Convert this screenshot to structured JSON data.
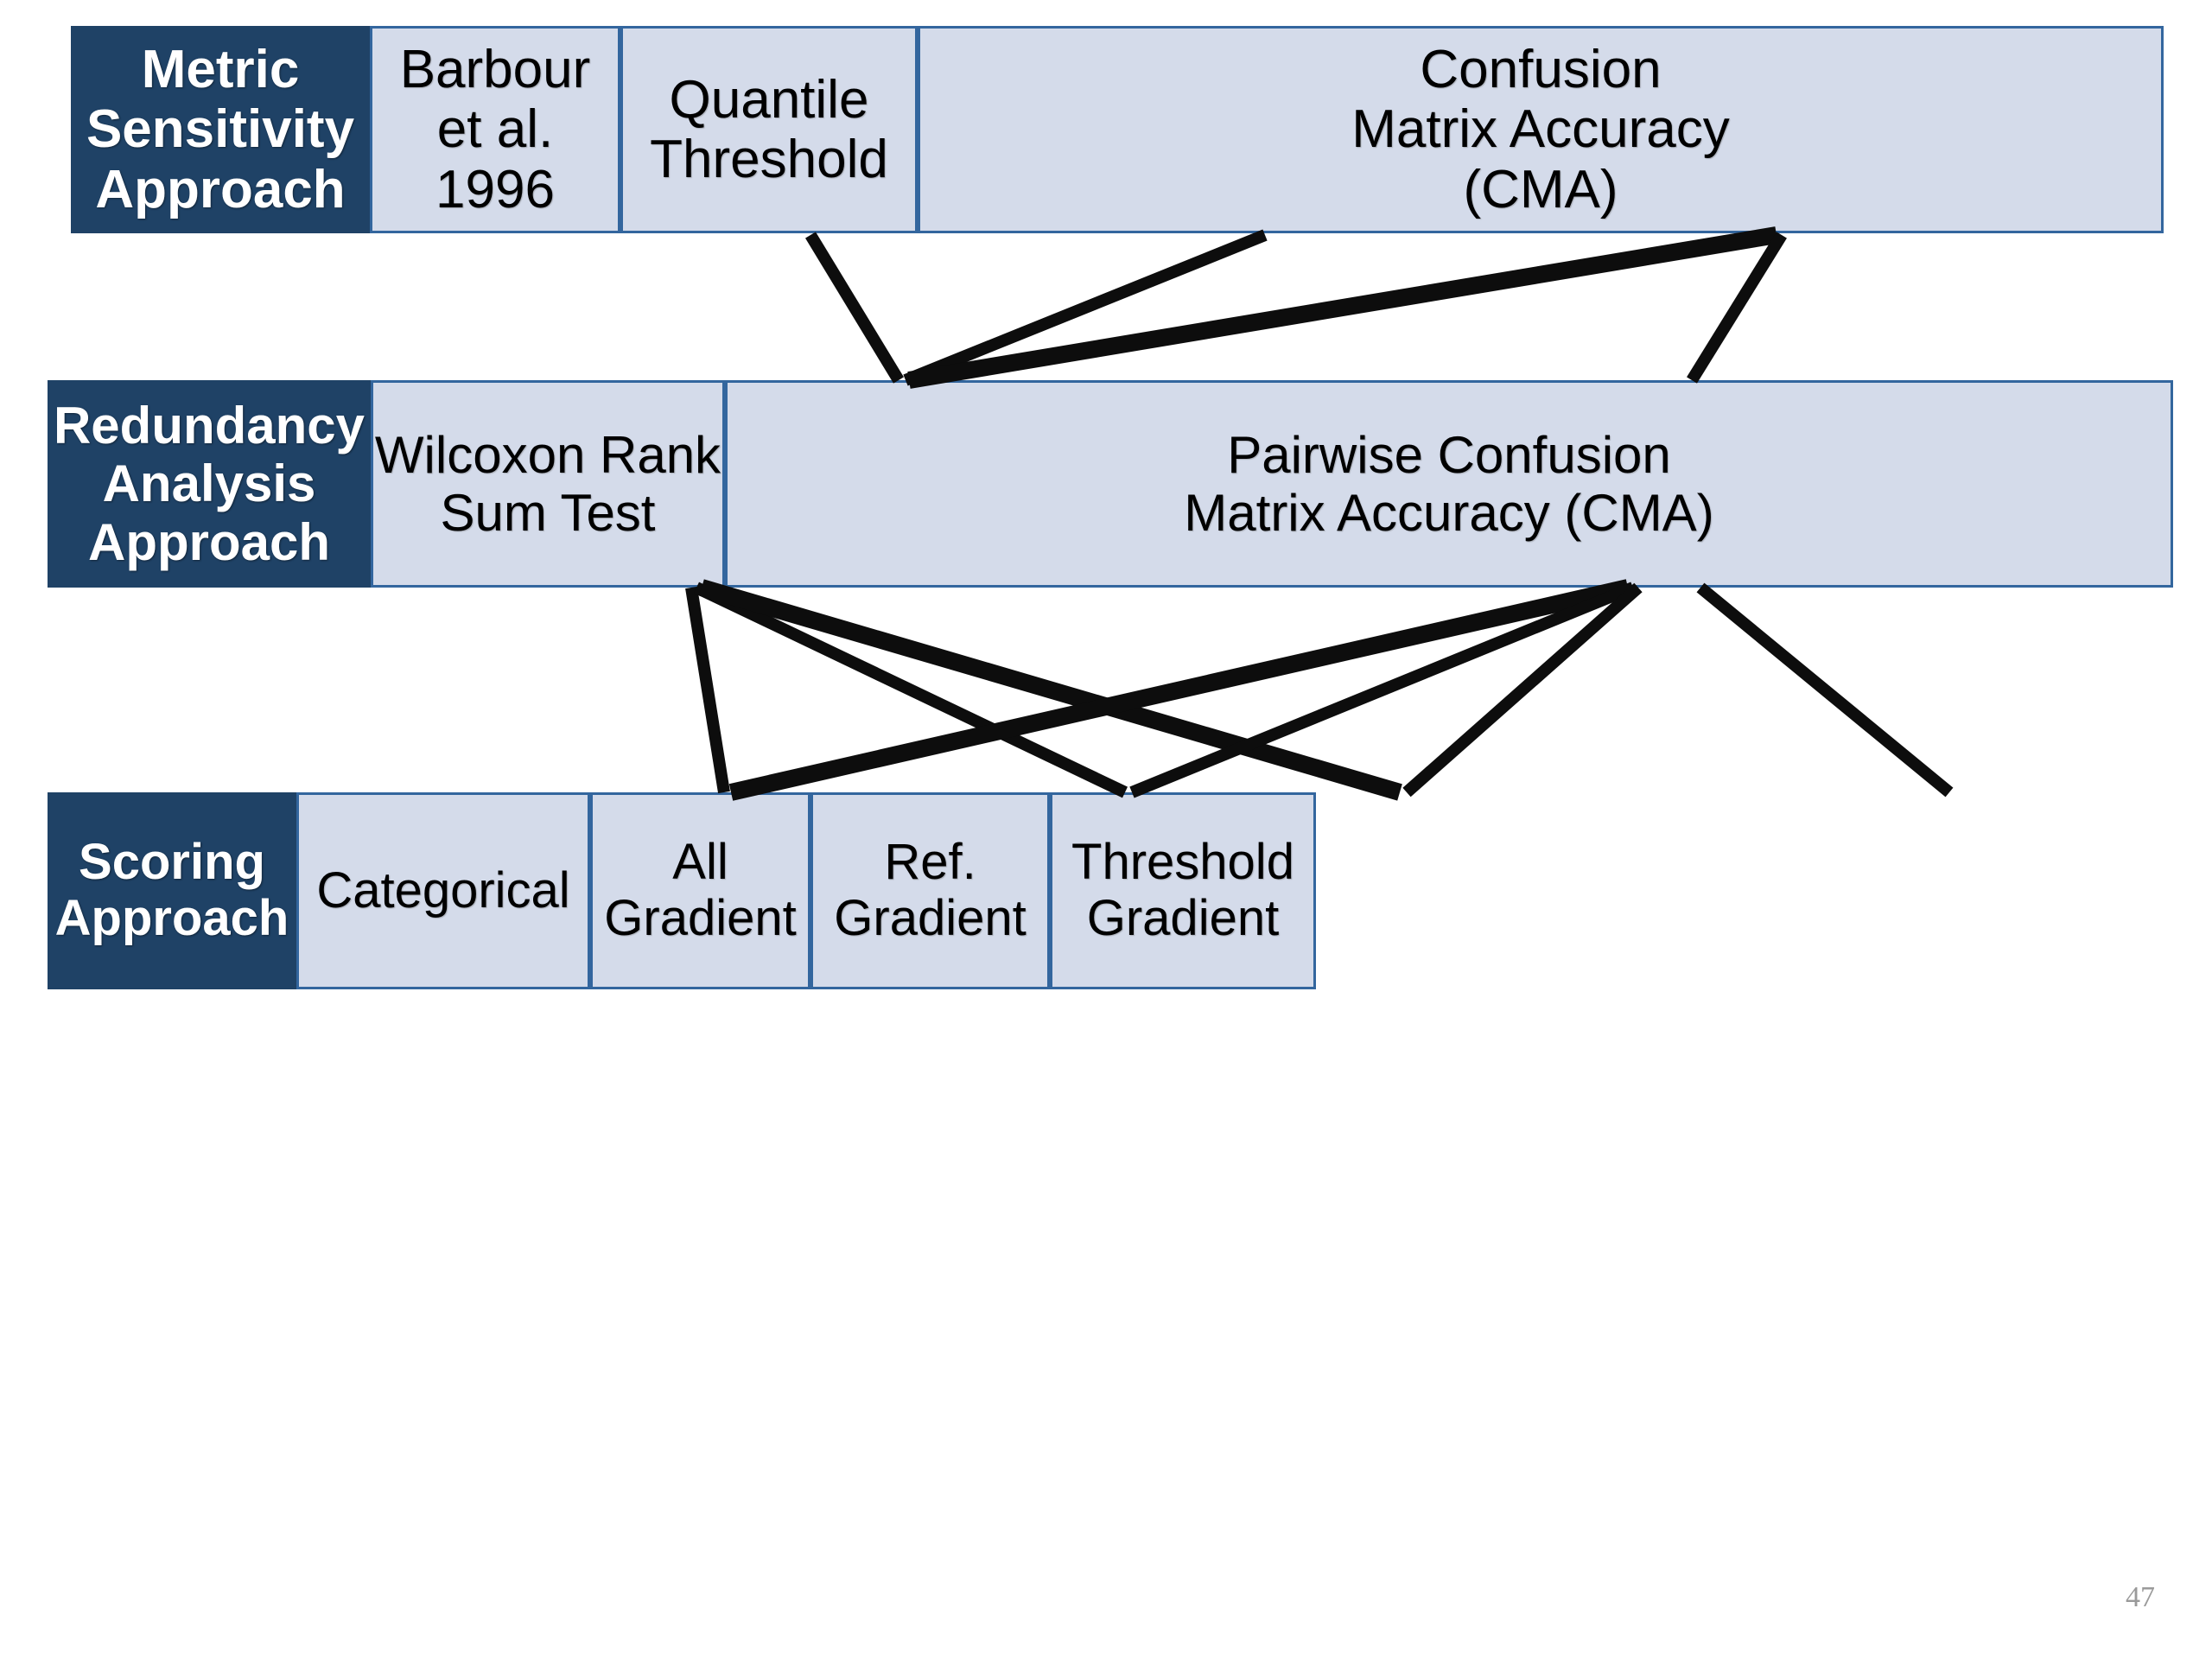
{
  "diagram": {
    "type": "layered-flow-matrix",
    "rows": [
      {
        "id": "metric-sensitivity",
        "header": "Metric\nSensitivity\nApproach",
        "header_line1": "Metric",
        "header_line2": "Sensitivity",
        "header_line3": "Approach",
        "cells": [
          {
            "id": "barbour",
            "label": "Barbour\net al.\n1996",
            "l1": "Barbour",
            "l2": "et al.",
            "l3": "1996"
          },
          {
            "id": "quantile-threshold",
            "label": "Quantile\nThreshold",
            "l1": "Quantile",
            "l2": "Threshold",
            "l3": ""
          },
          {
            "id": "confusion-matrix-accuracy",
            "label": "Confusion\nMatrix Accuracy\n(CMA)",
            "l1": "Confusion",
            "l2": "Matrix Accuracy",
            "l3": "(CMA)"
          }
        ]
      },
      {
        "id": "redundancy-analysis",
        "header": "Redundancy\nAnalysis\nApproach",
        "header_line1": "Redundancy",
        "header_line2": "Analysis",
        "header_line3": "Approach",
        "cells": [
          {
            "id": "wilcoxon-rank-sum-test",
            "label": "Wilcoxon Rank\nSum Test",
            "l1": "Wilcoxon Rank",
            "l2": "Sum Test"
          },
          {
            "id": "pairwise-confusion-matrix-accuracy",
            "label": "Pairwise Confusion\nMatrix Accuracy (CMA)",
            "l1": "Pairwise Confusion",
            "l2": "Matrix Accuracy (CMA)"
          }
        ]
      },
      {
        "id": "scoring",
        "header": "Scoring\nApproach",
        "header_line1": "Scoring",
        "header_line2": "Approach",
        "header_line3": "",
        "cells": [
          {
            "id": "categorical",
            "label": "Categorical",
            "l1": "Categorical",
            "l2": ""
          },
          {
            "id": "all-gradient",
            "label": "All\nGradient",
            "l1": "All",
            "l2": "Gradient"
          },
          {
            "id": "ref-gradient",
            "label": "Ref.\nGradient",
            "l1": "Ref.",
            "l2": "Gradient"
          },
          {
            "id": "threshold-gradient",
            "label": "Threshold\nGradient",
            "l1": "Threshold",
            "l2": "Gradient"
          }
        ]
      }
    ],
    "connections": [
      {
        "from": "barbour",
        "to": "wilcoxon-rank-sum-test"
      },
      {
        "from": "quantile-threshold",
        "to": "wilcoxon-rank-sum-test"
      },
      {
        "from": "confusion-matrix-accuracy",
        "to": "wilcoxon-rank-sum-test"
      },
      {
        "from": "confusion-matrix-accuracy",
        "to": "pairwise-confusion-matrix-accuracy"
      },
      {
        "from": "wilcoxon-rank-sum-test",
        "to": "categorical"
      },
      {
        "from": "wilcoxon-rank-sum-test",
        "to": "all-gradient"
      },
      {
        "from": "wilcoxon-rank-sum-test",
        "to": "ref-gradient"
      },
      {
        "from": "pairwise-confusion-matrix-accuracy",
        "to": "categorical"
      },
      {
        "from": "pairwise-confusion-matrix-accuracy",
        "to": "all-gradient"
      },
      {
        "from": "pairwise-confusion-matrix-accuracy",
        "to": "ref-gradient"
      },
      {
        "from": "pairwise-confusion-matrix-accuracy",
        "to": "threshold-gradient"
      }
    ]
  },
  "colors": {
    "header_fill": "#1F4266",
    "cell_fill": "#D4DBEA",
    "cell_border": "#33669E",
    "connector": "#0D0D0D",
    "page_number": "#9A9A9A",
    "background": "#FFFFFF"
  },
  "footer": {
    "page_number": "47"
  }
}
